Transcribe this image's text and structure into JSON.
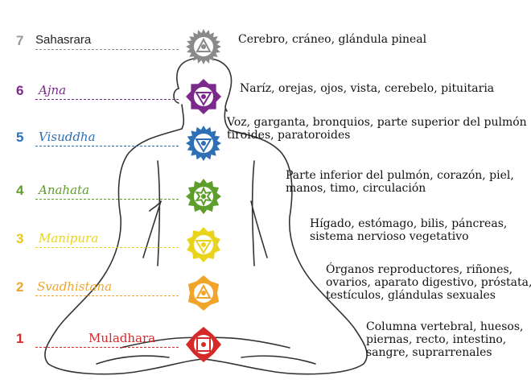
{
  "chakras": [
    {
      "number": "7",
      "name": "Sahasrara",
      "color": "#8a8a8a",
      "num_color": "#9a9a9a",
      "description": [
        "Cerebro, cráneo, glándula pineal"
      ]
    },
    {
      "number": "6",
      "name": "Ajna",
      "color": "#7b2a8c",
      "num_color": "#7b2a8c",
      "description": [
        "Naríz, orejas, ojos, vista, cerebelo, pituitaria"
      ]
    },
    {
      "number": "5",
      "name": "Visuddha",
      "color": "#2f6fb5",
      "num_color": "#2f6fb5",
      "description": [
        "Voz, garganta, bronquios, parte superior del pulmón",
        "tiroides, paratoroides"
      ]
    },
    {
      "number": "4",
      "name": "Anahata",
      "color": "#5e9e2c",
      "num_color": "#5e9e2c",
      "description": [
        "Parte inferior del pulmón, corazón, piel,",
        "manos, timo, circulación"
      ]
    },
    {
      "number": "3",
      "name": "Manipura",
      "color": "#e8d41a",
      "num_color": "#e8c81a",
      "description": [
        "Hígado, estómago, bilis, páncreas,",
        "sistema nervioso vegetativo"
      ]
    },
    {
      "number": "2",
      "name": "Svadhistana",
      "color": "#f0a52a",
      "num_color": "#f0a52a",
      "description": [
        "Órganos reproductores, riñones,",
        "ovarios, aparato digestivo, próstata,",
        "testículos, glándulas sexuales"
      ]
    },
    {
      "number": "1",
      "name": "Muladhara",
      "color": "#d42a2a",
      "num_color": "#d42a2a",
      "description": [
        "Columna vertebral, huesos,",
        "piernas, recto, intestino,",
        "sangre, suprarrenales"
      ]
    }
  ]
}
